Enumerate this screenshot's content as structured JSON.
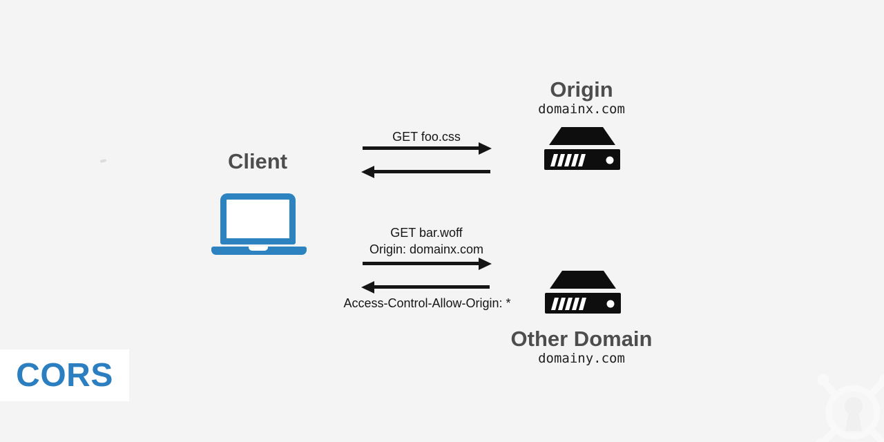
{
  "colors": {
    "background": "#f4f4f4",
    "ink": "#151515",
    "title_gray": "#4d4d4d",
    "laptop_blue": "#2d82c0",
    "cors_blue": "#2b7fc1",
    "badge_background": "#ffffff",
    "server_black": "#0e0e0e",
    "watermark": "#f9f9f9"
  },
  "client": {
    "label": "Client"
  },
  "origin": {
    "title": "Origin",
    "domain": "domainx.com"
  },
  "other": {
    "title": "Other Domain",
    "domain": "domainy.com"
  },
  "exchange1": {
    "request": "GET foo.css"
  },
  "exchange2": {
    "request_line1": "GET bar.woff",
    "request_line2": "Origin: domainx.com",
    "response": "Access-Control-Allow-Origin: *"
  },
  "badge": {
    "label": "CORS"
  },
  "icons": {
    "client": "laptop-icon",
    "origin": "server-icon",
    "other": "server-icon",
    "watermark": "keyhole-logo-watermark"
  }
}
